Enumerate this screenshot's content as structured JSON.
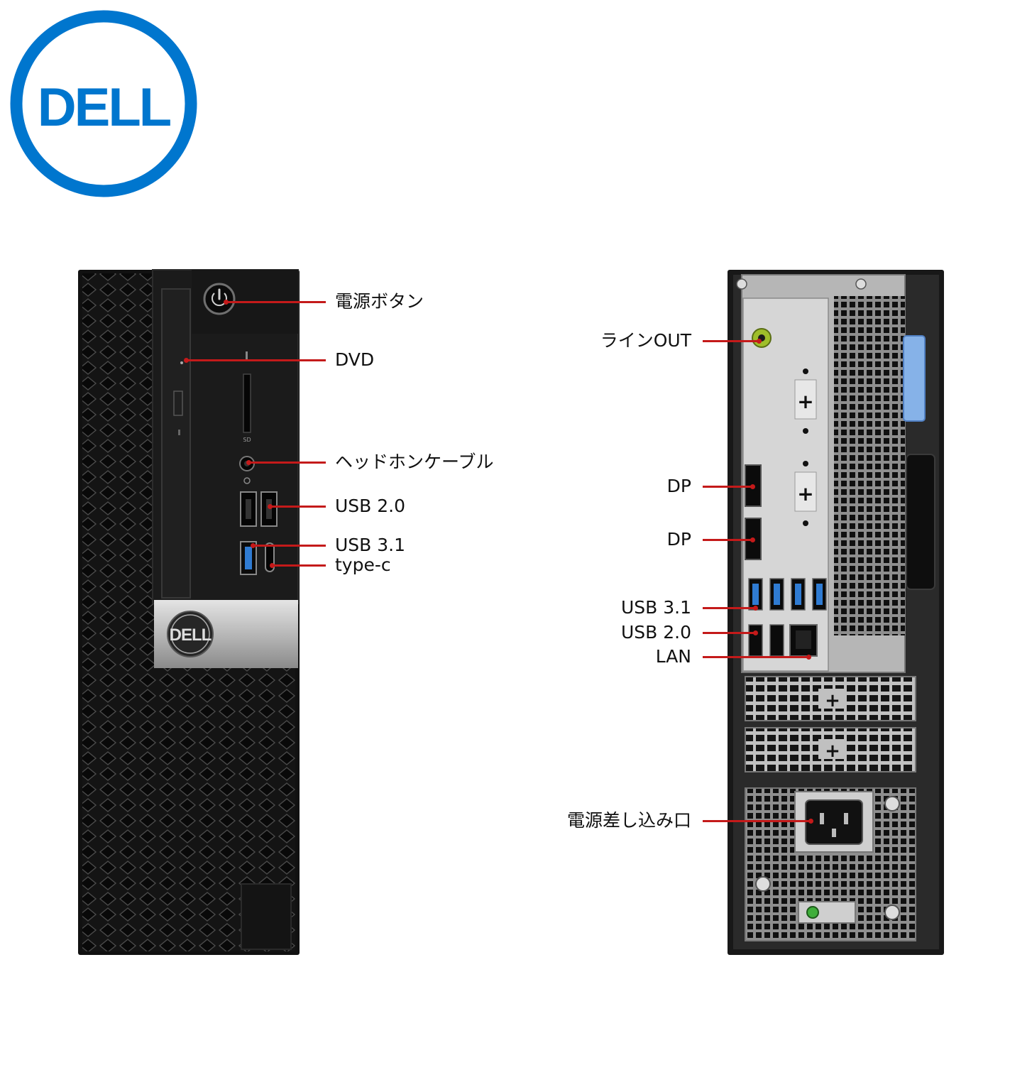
{
  "brand": {
    "logo_text": "DELL",
    "logo_color": "#0076ce",
    "badge_text": "DELL"
  },
  "front_labels": {
    "power_button": "電源ボタン",
    "dvd": "DVD",
    "headphone": "ヘッドホンケーブル",
    "usb20": "USB 2.0",
    "usb31": "USB 3.1",
    "typec": "type-c"
  },
  "rear_labels": {
    "line_out": "ラインOUT",
    "dp1": "DP",
    "dp2": "DP",
    "usb31": "USB 3.1",
    "usb20": "USB 2.0",
    "lan": "LAN",
    "power_inlet": "電源差し込み口"
  },
  "colors": {
    "callout": "#c41a1a",
    "usb3_blue": "#2f7bd2",
    "line_out_green": "#9fbe2a"
  }
}
